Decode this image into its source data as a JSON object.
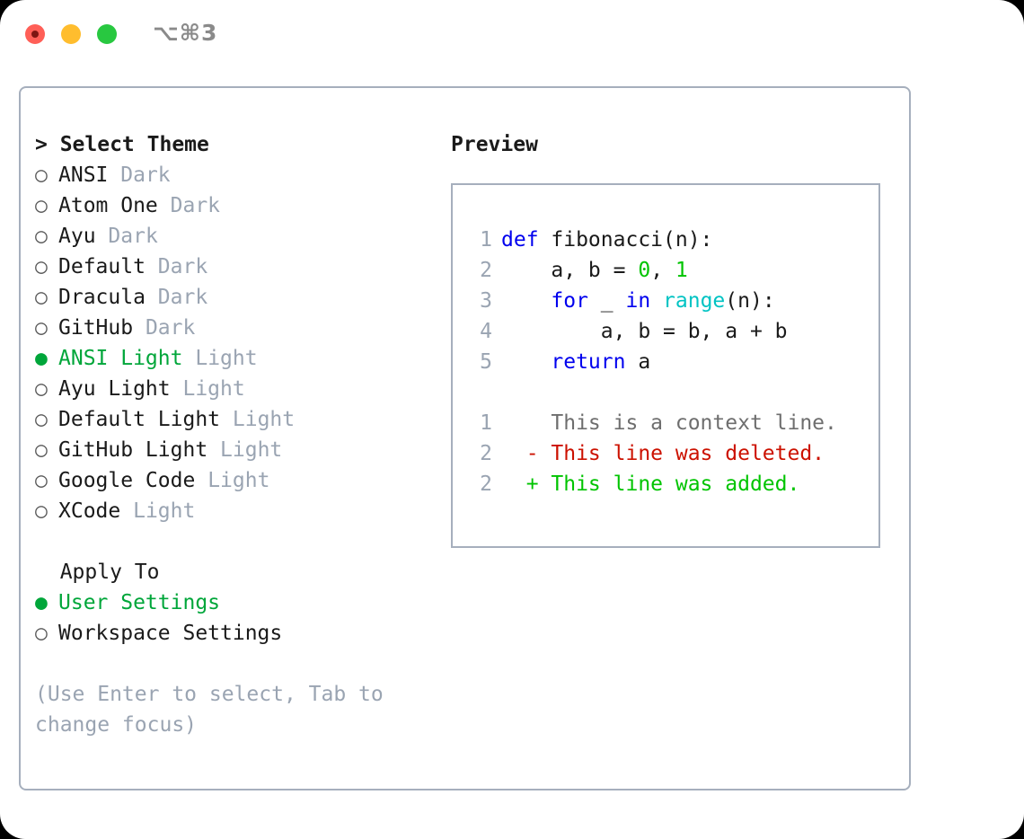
{
  "window": {
    "shortcut_label": "⌥⌘3",
    "traffic_lights": {
      "close": "close-button",
      "minimize": "minimize-button",
      "maximize": "maximize-button"
    }
  },
  "theme_panel": {
    "header": "> Select Theme",
    "options": [
      {
        "marker": "○",
        "name": "ANSI",
        "variant": "Dark",
        "selected": false
      },
      {
        "marker": "○",
        "name": "Atom One",
        "variant": "Dark",
        "selected": false
      },
      {
        "marker": "○",
        "name": "Ayu",
        "variant": "Dark",
        "selected": false
      },
      {
        "marker": "○",
        "name": "Default",
        "variant": "Dark",
        "selected": false
      },
      {
        "marker": "○",
        "name": "Dracula",
        "variant": "Dark",
        "selected": false
      },
      {
        "marker": "○",
        "name": "GitHub",
        "variant": "Dark",
        "selected": false
      },
      {
        "marker": "●",
        "name": "ANSI Light",
        "variant": "Light",
        "selected": true
      },
      {
        "marker": "○",
        "name": "Ayu Light",
        "variant": "Light",
        "selected": false
      },
      {
        "marker": "○",
        "name": "Default Light",
        "variant": "Light",
        "selected": false
      },
      {
        "marker": "○",
        "name": "GitHub Light",
        "variant": "Light",
        "selected": false
      },
      {
        "marker": "○",
        "name": "Google Code",
        "variant": "Light",
        "selected": false
      },
      {
        "marker": "○",
        "name": "XCode",
        "variant": "Light",
        "selected": false
      }
    ]
  },
  "apply_to": {
    "header": "  Apply To",
    "options": [
      {
        "marker": "●",
        "name": "User Settings",
        "selected": true
      },
      {
        "marker": "○",
        "name": "Workspace Settings",
        "selected": false
      }
    ]
  },
  "hint": "(Use Enter to select, Tab to change focus)",
  "preview": {
    "title": "Preview",
    "code_lines": [
      {
        "no": "1",
        "tokens": [
          {
            "t": "def ",
            "c": "kw"
          },
          {
            "t": "fibonacci(n):",
            "c": "plain"
          }
        ]
      },
      {
        "no": "2",
        "tokens": [
          {
            "t": "    a, b = ",
            "c": "plain"
          },
          {
            "t": "0",
            "c": "num"
          },
          {
            "t": ", ",
            "c": "plain"
          },
          {
            "t": "1",
            "c": "num"
          }
        ]
      },
      {
        "no": "3",
        "tokens": [
          {
            "t": "    ",
            "c": "plain"
          },
          {
            "t": "for",
            "c": "kw"
          },
          {
            "t": " _ ",
            "c": "plain"
          },
          {
            "t": "in",
            "c": "kw"
          },
          {
            "t": " ",
            "c": "plain"
          },
          {
            "t": "range",
            "c": "fn"
          },
          {
            "t": "(n):",
            "c": "plain"
          }
        ]
      },
      {
        "no": "4",
        "tokens": [
          {
            "t": "        a, b = b, a + b",
            "c": "plain"
          }
        ]
      },
      {
        "no": "5",
        "tokens": [
          {
            "t": "    ",
            "c": "plain"
          },
          {
            "t": "return",
            "c": "kw"
          },
          {
            "t": " a",
            "c": "plain"
          }
        ]
      }
    ],
    "diff_lines": [
      {
        "no": "1",
        "marker": " ",
        "text": "This is a context line.",
        "kind": "ctx"
      },
      {
        "no": "2",
        "marker": "-",
        "text": "This line was deleted.",
        "kind": "del"
      },
      {
        "no": "2",
        "marker": "+",
        "text": "This line was added.",
        "kind": "add"
      }
    ]
  },
  "colors": {
    "accent_green": "#00a63a",
    "border": "#a6afbd",
    "muted": "#9aa4b2",
    "keyword": "#0000ee",
    "function": "#00c3c3",
    "number": "#00c400",
    "diff_delete": "#cc1100",
    "diff_add": "#00c400",
    "traffic_close": "#ff5f57",
    "traffic_min": "#ffbd2e",
    "traffic_max": "#28c840"
  }
}
